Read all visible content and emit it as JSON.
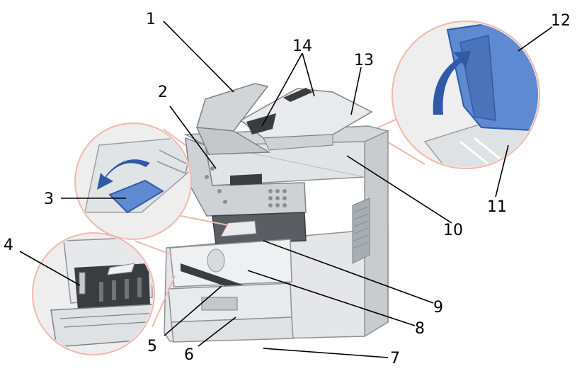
{
  "callouts": [
    {
      "id": "1",
      "label": "1"
    },
    {
      "id": "2",
      "label": "2"
    },
    {
      "id": "3",
      "label": "3"
    },
    {
      "id": "4",
      "label": "4"
    },
    {
      "id": "5",
      "label": "5"
    },
    {
      "id": "6",
      "label": "6"
    },
    {
      "id": "7",
      "label": "7"
    },
    {
      "id": "8",
      "label": "8"
    },
    {
      "id": "9",
      "label": "9"
    },
    {
      "id": "10",
      "label": "10"
    },
    {
      "id": "11",
      "label": "11"
    },
    {
      "id": "12",
      "label": "12"
    },
    {
      "id": "13",
      "label": "13"
    },
    {
      "id": "14",
      "label": "14"
    }
  ],
  "colors": {
    "body": "#e4e6e7",
    "body_shade": "#c9cccf",
    "panel": "#b9bdc1",
    "dark": "#3a3d40",
    "blue": "#5d8ad1",
    "blue_dark": "#2f5aa8",
    "inset_bg": "#eeeeee",
    "inset_border": "#f3b7ae"
  },
  "icons": [
    "curved-arrow-icon"
  ]
}
